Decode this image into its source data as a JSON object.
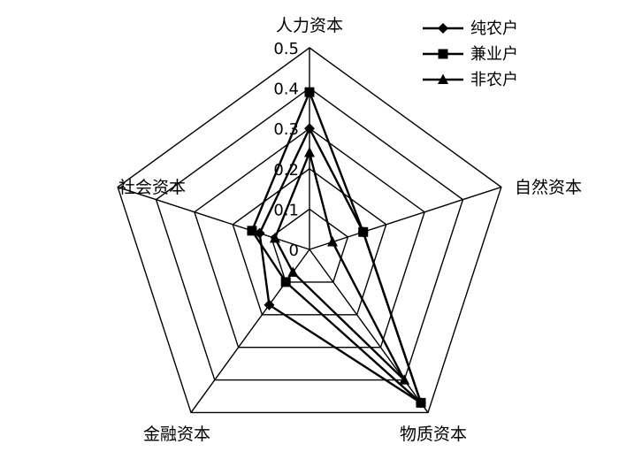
{
  "chart_data": {
    "type": "radar",
    "axes": [
      "人力资本",
      "自然资本",
      "物质资本",
      "金融资本",
      "社会资本"
    ],
    "ticks": [
      "0",
      "0.1",
      "0.2",
      "0.3",
      "0.4",
      "0.5"
    ],
    "range": [
      0,
      0.5
    ],
    "series": [
      {
        "name": "纯农户",
        "marker": "diamond",
        "values": [
          0.3,
          0.14,
          0.47,
          0.17,
          0.13
        ]
      },
      {
        "name": "兼业户",
        "marker": "square",
        "values": [
          0.39,
          0.14,
          0.47,
          0.1,
          0.15
        ]
      },
      {
        "name": "非农户",
        "marker": "triangle",
        "values": [
          0.24,
          0.06,
          0.4,
          0.07,
          0.09
        ]
      }
    ],
    "legend_position": "top-right",
    "colors": {
      "line": "#000000",
      "grid": "#000000"
    }
  }
}
